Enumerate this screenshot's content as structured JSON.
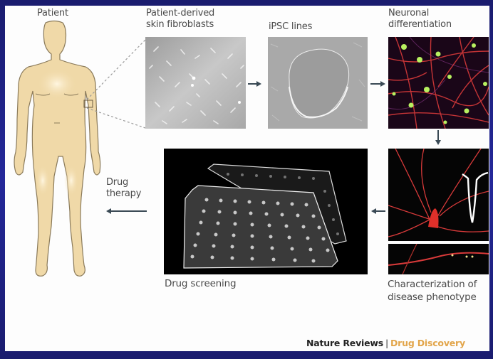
{
  "figure": {
    "source": {
      "journal": "Nature Reviews",
      "separator": "|",
      "section": "Drug Discovery"
    },
    "colors": {
      "slide_border": "#1c1f7a",
      "panel_bg": "#fdfdfd",
      "skin": "#f0d9a8",
      "skin_outline": "#8a7a5a",
      "label_text": "#4a4a4a",
      "arrow": "#3a4a55",
      "brand_accent": "#e2a54a",
      "neuron_red": "#e0302a",
      "neuron_green": "#b8f060"
    },
    "steps": [
      {
        "id": "patient",
        "label": "Patient",
        "icon": "human-body-icon"
      },
      {
        "id": "fibroblasts",
        "label": "Patient-derived\nskin fibroblasts",
        "icon": "fibroblast-micrograph"
      },
      {
        "id": "ipsc",
        "label": "iPSC lines",
        "icon": "ipsc-colony-micrograph"
      },
      {
        "id": "neuronal",
        "label": "Neuronal\ndifferentiation",
        "icon": "neuron-fluorescence-image"
      },
      {
        "id": "characterization",
        "label": "Characterization of\ndisease phenotype",
        "icon": "neuron-electrophysiology-image"
      },
      {
        "id": "screening",
        "label": "Drug screening",
        "icon": "multiwell-plate-image"
      },
      {
        "id": "therapy",
        "label": "Drug\ntherapy",
        "icon": "arrow-left-icon"
      }
    ]
  }
}
